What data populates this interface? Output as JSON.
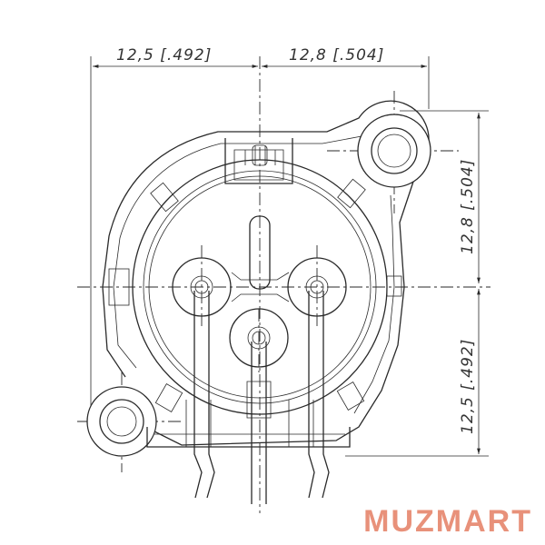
{
  "dimensions": {
    "top_left": "12,5 [.492]",
    "top_right": "12,8 [.504]",
    "right_upper": "12,8 [.504]",
    "right_lower": "12,5 [.492]"
  },
  "watermark": "MUZMART"
}
